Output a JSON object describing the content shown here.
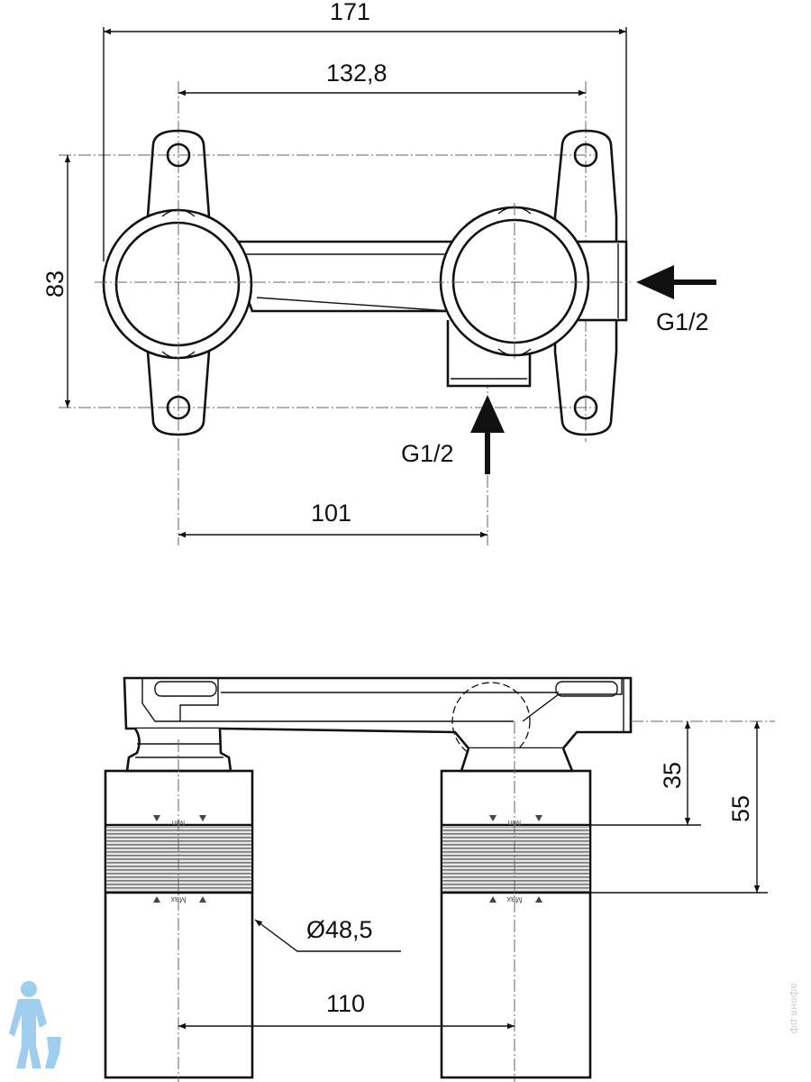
{
  "title": "Wall-mounted mixer concealed body – dimension drawing",
  "top_view": {
    "dim_overall_width": "171",
    "dim_center_distance": "132,8",
    "dim_height": "83",
    "dim_outlet_offset": "101",
    "inlet_side_label": "G1/2",
    "inlet_bottom_label": "G1/2"
  },
  "side_view": {
    "dim_min_depth": "35",
    "dim_max_depth": "55",
    "dim_diameter": "Ø48,5",
    "dim_spacing": "110",
    "min_marker": "Min",
    "max_marker": "Max"
  },
  "watermark": "афоня.рф",
  "colors": {
    "line": "#111111",
    "logo": "#8ec5ea",
    "watermark": "#cccccc"
  }
}
